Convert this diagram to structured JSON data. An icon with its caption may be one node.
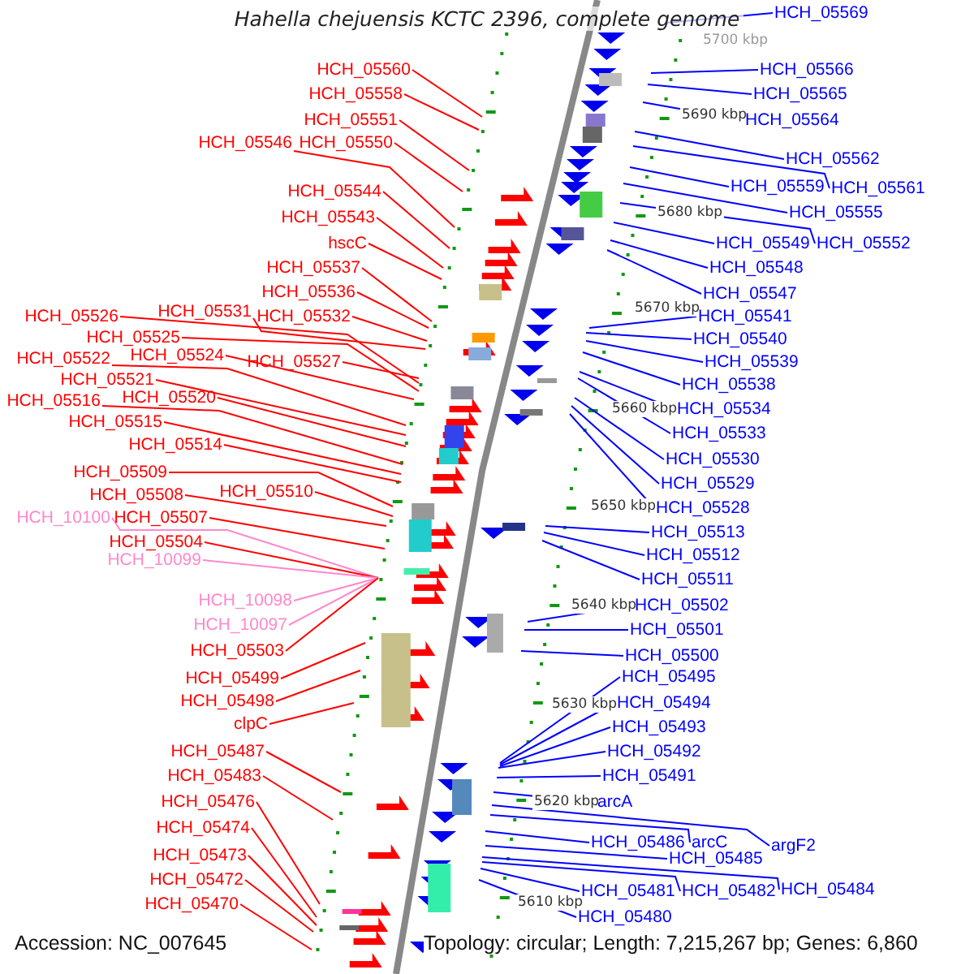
{
  "diagram": {
    "title": "Hahella chejuensis KCTC 2396, complete genome",
    "nodes": [
      {
        "text": [
          "HCH_05560"
        ]
      },
      {
        "text": [
          "HCH_05558"
        ]
      },
      {
        "text": [
          "HCH_05551"
        ]
      },
      {
        "text": [
          "HCH_05546"
        ]
      },
      {
        "text": [
          "HCH_05550"
        ]
      },
      {
        "text": [
          "HCH_05544"
        ]
      },
      {
        "text": [
          "HCH_05543"
        ]
      },
      {
        "text": [
          "hscC"
        ]
      },
      {
        "text": [
          "HCH_05537"
        ]
      },
      {
        "text": [
          "HCH_05536"
        ]
      },
      {
        "text": [
          "HCH_05531"
        ]
      },
      {
        "text": [
          "HCH_05532"
        ]
      },
      {
        "text": [
          "HCH_05526"
        ]
      },
      {
        "text": [
          "HCH_05525"
        ]
      },
      {
        "text": [
          "HCH_05527"
        ]
      },
      {
        "text": [
          "HCH_05522"
        ]
      },
      {
        "text": [
          "HCH_05524"
        ]
      },
      {
        "text": [
          "HCH_05521"
        ]
      },
      {
        "text": [
          "HCH_05516"
        ]
      },
      {
        "text": [
          "HCH_05520"
        ]
      },
      {
        "text": [
          "HCH_05515"
        ]
      },
      {
        "text": [
          "HCH_05514"
        ]
      },
      {
        "text": [
          "HCH_05509"
        ]
      },
      {
        "text": [
          "HCH_05510"
        ]
      },
      {
        "text": [
          "HCH_05508"
        ]
      },
      {
        "text": [
          "HCH_10100"
        ]
      },
      {
        "text": [
          "HCH_05507"
        ]
      },
      {
        "text": [
          "HCH_05504"
        ]
      },
      {
        "text": [
          "HCH_10099"
        ]
      },
      {
        "text": [
          "HCH_10098"
        ]
      },
      {
        "text": [
          "HCH_10097"
        ]
      },
      {
        "text": [
          "HCH_05503"
        ]
      },
      {
        "text": [
          "HCH_05499"
        ]
      },
      {
        "text": [
          "HCH_05498"
        ]
      },
      {
        "text": [
          "clpC"
        ]
      },
      {
        "text": [
          "HCH_05487"
        ]
      },
      {
        "text": [
          "HCH_05483"
        ]
      },
      {
        "text": [
          "HCH_05476"
        ]
      },
      {
        "text": [
          "HCH_05474"
        ]
      },
      {
        "text": [
          "HCH_05473"
        ]
      },
      {
        "text": [
          "HCH_05472"
        ]
      },
      {
        "text": [
          "HCH_05470"
        ]
      },
      {
        "text": [
          "HCH_05569"
        ]
      },
      {
        "text": [
          "HCH_05566"
        ]
      },
      {
        "text": [
          "HCH_05565"
        ]
      },
      {
        "text": [
          "HCH_05564"
        ]
      },
      {
        "text": [
          "HCH_05562"
        ]
      },
      {
        "text": [
          "HCH_05559"
        ]
      },
      {
        "text": [
          "HCH_05561"
        ]
      },
      {
        "text": [
          "HCH_05555"
        ]
      },
      {
        "text": [
          "HCH_05549"
        ]
      },
      {
        "text": [
          "HCH_05552"
        ]
      },
      {
        "text": [
          "HCH_05548"
        ]
      },
      {
        "text": [
          "HCH_05547"
        ]
      },
      {
        "text": [
          "HCH_05541"
        ]
      },
      {
        "text": [
          "HCH_05540"
        ]
      },
      {
        "text": [
          "HCH_05539"
        ]
      },
      {
        "text": [
          "HCH_05538"
        ]
      },
      {
        "text": [
          "HCH_05534"
        ]
      },
      {
        "text": [
          "HCH_05533"
        ]
      },
      {
        "text": [
          "HCH_05530"
        ]
      },
      {
        "text": [
          "HCH_05529"
        ]
      },
      {
        "text": [
          "HCH_05528"
        ]
      },
      {
        "text": [
          "HCH_05513"
        ]
      },
      {
        "text": [
          "HCH_05512"
        ]
      },
      {
        "text": [
          "HCH_05511"
        ]
      },
      {
        "text": [
          "HCH_05502"
        ]
      },
      {
        "text": [
          "HCH_05501"
        ]
      },
      {
        "text": [
          "HCH_05500"
        ]
      },
      {
        "text": [
          "HCH_05495"
        ]
      },
      {
        "text": [
          "HCH_05494"
        ]
      },
      {
        "text": [
          "HCH_05493"
        ]
      },
      {
        "text": [
          "HCH_05492"
        ]
      },
      {
        "text": [
          "HCH_05491"
        ]
      },
      {
        "text": [
          "arcA"
        ]
      },
      {
        "text": [
          "HCH_05486"
        ]
      },
      {
        "text": [
          "arcC"
        ]
      },
      {
        "text": [
          "argF2"
        ]
      },
      {
        "text": [
          "HCH_05485"
        ]
      },
      {
        "text": [
          "HCH_05484"
        ]
      },
      {
        "text": [
          "HCH_05481"
        ]
      },
      {
        "text": [
          "HCH_05482"
        ]
      },
      {
        "text": [
          "HCH_05480"
        ]
      }
    ],
    "edges": [
      {
        "from": 0,
        "to": null,
        "arrow": "none",
        "color": "#ff0000"
      },
      {
        "from": 1,
        "to": null,
        "arrow": "none",
        "color": "#ff0000"
      },
      {
        "from": 2,
        "to": null,
        "arrow": "none",
        "color": "#ff0000"
      },
      {
        "from": 3,
        "to": null,
        "arrow": "none",
        "color": "#ff0000"
      },
      {
        "from": 4,
        "to": null,
        "arrow": "none",
        "color": "#ff0000"
      },
      {
        "from": 5,
        "to": null,
        "arrow": "none",
        "color": "#ff0000"
      },
      {
        "from": 6,
        "to": null,
        "arrow": "none",
        "color": "#ff0000"
      },
      {
        "from": 7,
        "to": null,
        "arrow": "none",
        "color": "#ff0000"
      },
      {
        "from": 8,
        "to": null,
        "arrow": "none",
        "color": "#ff0000"
      },
      {
        "from": 9,
        "to": null,
        "arrow": "none",
        "color": "#ff0000"
      },
      {
        "from": 10,
        "to": null,
        "arrow": "none",
        "color": "#ff0000"
      },
      {
        "from": 11,
        "to": null,
        "arrow": "none",
        "color": "#ff0000"
      },
      {
        "from": 12,
        "to": null,
        "arrow": "none",
        "color": "#ff0000"
      },
      {
        "from": 13,
        "to": null,
        "arrow": "none",
        "color": "#ff0000"
      },
      {
        "from": 14,
        "to": null,
        "arrow": "none",
        "color": "#ff0000"
      },
      {
        "from": 15,
        "to": null,
        "arrow": "none",
        "color": "#ff0000"
      },
      {
        "from": 16,
        "to": null,
        "arrow": "none",
        "color": "#ff0000"
      },
      {
        "from": 17,
        "to": null,
        "arrow": "none",
        "color": "#ff0000"
      },
      {
        "from": 18,
        "to": null,
        "arrow": "none",
        "color": "#ff0000"
      },
      {
        "from": 19,
        "to": null,
        "arrow": "none",
        "color": "#ff0000"
      },
      {
        "from": 20,
        "to": null,
        "arrow": "none",
        "color": "#ff0000"
      },
      {
        "from": 21,
        "to": null,
        "arrow": "none",
        "color": "#ff0000"
      },
      {
        "from": 22,
        "to": null,
        "arrow": "none",
        "color": "#ff0000"
      },
      {
        "from": 23,
        "to": null,
        "arrow": "none",
        "color": "#ff0000"
      },
      {
        "from": 24,
        "to": null,
        "arrow": "none",
        "color": "#ff0000"
      },
      {
        "from": 25,
        "to": null,
        "arrow": "none",
        "color": "#ff88cc"
      },
      {
        "from": 26,
        "to": null,
        "arrow": "none",
        "color": "#ff0000"
      },
      {
        "from": 27,
        "to": null,
        "arrow": "none",
        "color": "#ff0000"
      },
      {
        "from": 28,
        "to": null,
        "arrow": "none",
        "color": "#ff88cc"
      },
      {
        "from": 29,
        "to": null,
        "arrow": "none",
        "color": "#ff88cc"
      },
      {
        "from": 30,
        "to": null,
        "arrow": "none",
        "color": "#ff88cc"
      },
      {
        "from": 31,
        "to": null,
        "arrow": "none",
        "color": "#ff0000"
      },
      {
        "from": 32,
        "to": null,
        "arrow": "none",
        "color": "#ff0000"
      },
      {
        "from": 33,
        "to": null,
        "arrow": "none",
        "color": "#ff0000"
      },
      {
        "from": 34,
        "to": null,
        "arrow": "none",
        "color": "#ff0000"
      },
      {
        "from": 35,
        "to": null,
        "arrow": "none",
        "color": "#ff0000"
      },
      {
        "from": 36,
        "to": null,
        "arrow": "none",
        "color": "#ff0000"
      },
      {
        "from": 37,
        "to": null,
        "arrow": "none",
        "color": "#ff0000"
      },
      {
        "from": 38,
        "to": null,
        "arrow": "none",
        "color": "#ff0000"
      },
      {
        "from": 39,
        "to": null,
        "arrow": "none",
        "color": "#ff0000"
      },
      {
        "from": 40,
        "to": null,
        "arrow": "none",
        "color": "#ff0000"
      },
      {
        "from": 41,
        "to": null,
        "arrow": "none",
        "color": "#ff0000"
      },
      {
        "from": 42,
        "to": null,
        "arrow": "none",
        "color": "#0000ff"
      },
      {
        "from": 43,
        "to": null,
        "arrow": "none",
        "color": "#0000ff"
      },
      {
        "from": 44,
        "to": null,
        "arrow": "none",
        "color": "#0000ff"
      },
      {
        "from": 45,
        "to": null,
        "arrow": "none",
        "color": "#0000ff"
      },
      {
        "from": 46,
        "to": null,
        "arrow": "none",
        "color": "#0000ff"
      },
      {
        "from": 47,
        "to": null,
        "arrow": "none",
        "color": "#0000ff"
      },
      {
        "from": 48,
        "to": null,
        "arrow": "none",
        "color": "#0000ff"
      },
      {
        "from": 49,
        "to": null,
        "arrow": "none",
        "color": "#0000ff"
      },
      {
        "from": 50,
        "to": null,
        "arrow": "none",
        "color": "#0000ff"
      },
      {
        "from": 51,
        "to": null,
        "arrow": "none",
        "color": "#0000ff"
      },
      {
        "from": 52,
        "to": null,
        "arrow": "none",
        "color": "#0000ff"
      },
      {
        "from": 53,
        "to": null,
        "arrow": "none",
        "color": "#0000ff"
      },
      {
        "from": 54,
        "to": null,
        "arrow": "none",
        "color": "#0000ff"
      },
      {
        "from": 55,
        "to": null,
        "arrow": "none",
        "color": "#0000ff"
      },
      {
        "from": 56,
        "to": null,
        "arrow": "none",
        "color": "#0000ff"
      },
      {
        "from": 57,
        "to": null,
        "arrow": "none",
        "color": "#0000ff"
      },
      {
        "from": 58,
        "to": null,
        "arrow": "none",
        "color": "#0000ff"
      },
      {
        "from": 59,
        "to": null,
        "arrow": "none",
        "color": "#0000ff"
      },
      {
        "from": 60,
        "to": null,
        "arrow": "none",
        "color": "#0000ff"
      },
      {
        "from": 61,
        "to": null,
        "arrow": "none",
        "color": "#0000ff"
      },
      {
        "from": 62,
        "to": null,
        "arrow": "none",
        "color": "#0000ff"
      },
      {
        "from": 63,
        "to": null,
        "arrow": "none",
        "color": "#0000ff"
      },
      {
        "from": 64,
        "to": null,
        "arrow": "none",
        "color": "#0000ff"
      },
      {
        "from": 65,
        "to": null,
        "arrow": "none",
        "color": "#0000ff"
      },
      {
        "from": 66,
        "to": null,
        "arrow": "none",
        "color": "#0000ff"
      },
      {
        "from": 67,
        "to": null,
        "arrow": "none",
        "color": "#0000ff"
      },
      {
        "from": 68,
        "to": null,
        "arrow": "none",
        "color": "#0000ff"
      },
      {
        "from": 69,
        "to": null,
        "arrow": "none",
        "color": "#0000ff"
      },
      {
        "from": 70,
        "to": null,
        "arrow": "none",
        "color": "#0000ff"
      },
      {
        "from": 71,
        "to": null,
        "arrow": "none",
        "color": "#0000ff"
      },
      {
        "from": 72,
        "to": null,
        "arrow": "none",
        "color": "#0000ff"
      },
      {
        "from": 73,
        "to": null,
        "arrow": "none",
        "color": "#0000ff"
      },
      {
        "from": 74,
        "to": null,
        "arrow": "none",
        "color": "#0000ff"
      },
      {
        "from": 75,
        "to": null,
        "arrow": "none",
        "color": "#0000ff"
      },
      {
        "from": 76,
        "to": null,
        "arrow": "none",
        "color": "#0000ff"
      },
      {
        "from": 77,
        "to": null,
        "arrow": "none",
        "color": "#0000ff"
      },
      {
        "from": 78,
        "to": null,
        "arrow": "none",
        "color": "#0000ff"
      },
      {
        "from": 79,
        "to": null,
        "arrow": "none",
        "color": "#0000ff"
      },
      {
        "from": 80,
        "to": null,
        "arrow": "none",
        "color": "#0000ff"
      },
      {
        "from": 81,
        "to": null,
        "arrow": "none",
        "color": "#0000ff"
      },
      {
        "from": 82,
        "to": null,
        "arrow": "none",
        "color": "#0000ff"
      }
    ],
    "labels": [
      "5700 kbp",
      "5690 kbp",
      "5680 kbp",
      "5670 kbp",
      "5660 kbp",
      "5650 kbp",
      "5640 kbp",
      "5630 kbp",
      "5620 kbp",
      "5610 kbp",
      "Accession: NC_007645",
      "Topology: circular; Length: 7,215,267 bp; Genes: 6,860"
    ]
  }
}
